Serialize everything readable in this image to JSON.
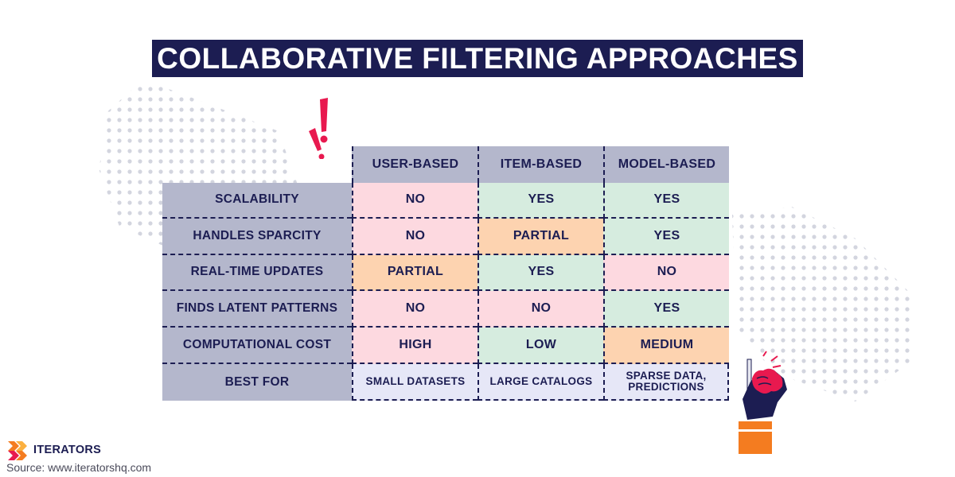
{
  "title": "COLLABORATIVE FILTERING APPROACHES",
  "columns": [
    "USER-BASED",
    "ITEM-BASED",
    "MODEL-BASED"
  ],
  "rows": [
    {
      "label": "SCALABILITY",
      "cells": [
        "NO",
        "YES",
        "YES"
      ],
      "colors": [
        "pink",
        "green",
        "green"
      ]
    },
    {
      "label": "HANDLES SPARCITY",
      "cells": [
        "NO",
        "PARTIAL",
        "YES"
      ],
      "colors": [
        "pink",
        "orange",
        "green"
      ]
    },
    {
      "label": "REAL-TIME UPDATES",
      "cells": [
        "PARTIAL",
        "YES",
        "NO"
      ],
      "colors": [
        "orange",
        "green",
        "pink"
      ]
    },
    {
      "label": "FINDS LATENT PATTERNS",
      "cells": [
        "NO",
        "NO",
        "YES"
      ],
      "colors": [
        "pink",
        "pink",
        "green"
      ]
    },
    {
      "label": "COMPUTATIONAL COST",
      "cells": [
        "HIGH",
        "LOW",
        "MEDIUM"
      ],
      "colors": [
        "pink",
        "green",
        "orange"
      ]
    },
    {
      "label": "BEST FOR",
      "cells": [
        "SMALL DATASETS",
        "LARGE CATALOGS",
        "SPARSE DATA, PREDICTIONS"
      ],
      "colors": [
        "lavender",
        "lavender",
        "lavender"
      ]
    }
  ],
  "palette": {
    "navy": "#1c1d52",
    "header_gray": "#b4b7cc",
    "pink": "#fdd9e0",
    "green": "#d6ecdf",
    "orange": "#fdd3b0",
    "lavender": "#e6e7f7",
    "accent_red": "#e8194f",
    "logo_orange": "#f47c20"
  },
  "icons": [
    "exclamation-marks-icon",
    "hand-holding-sign-icon",
    "iterators-logo-icon"
  ],
  "brand": "ITERATORS",
  "source": "Source: www.iteratorshq.com"
}
